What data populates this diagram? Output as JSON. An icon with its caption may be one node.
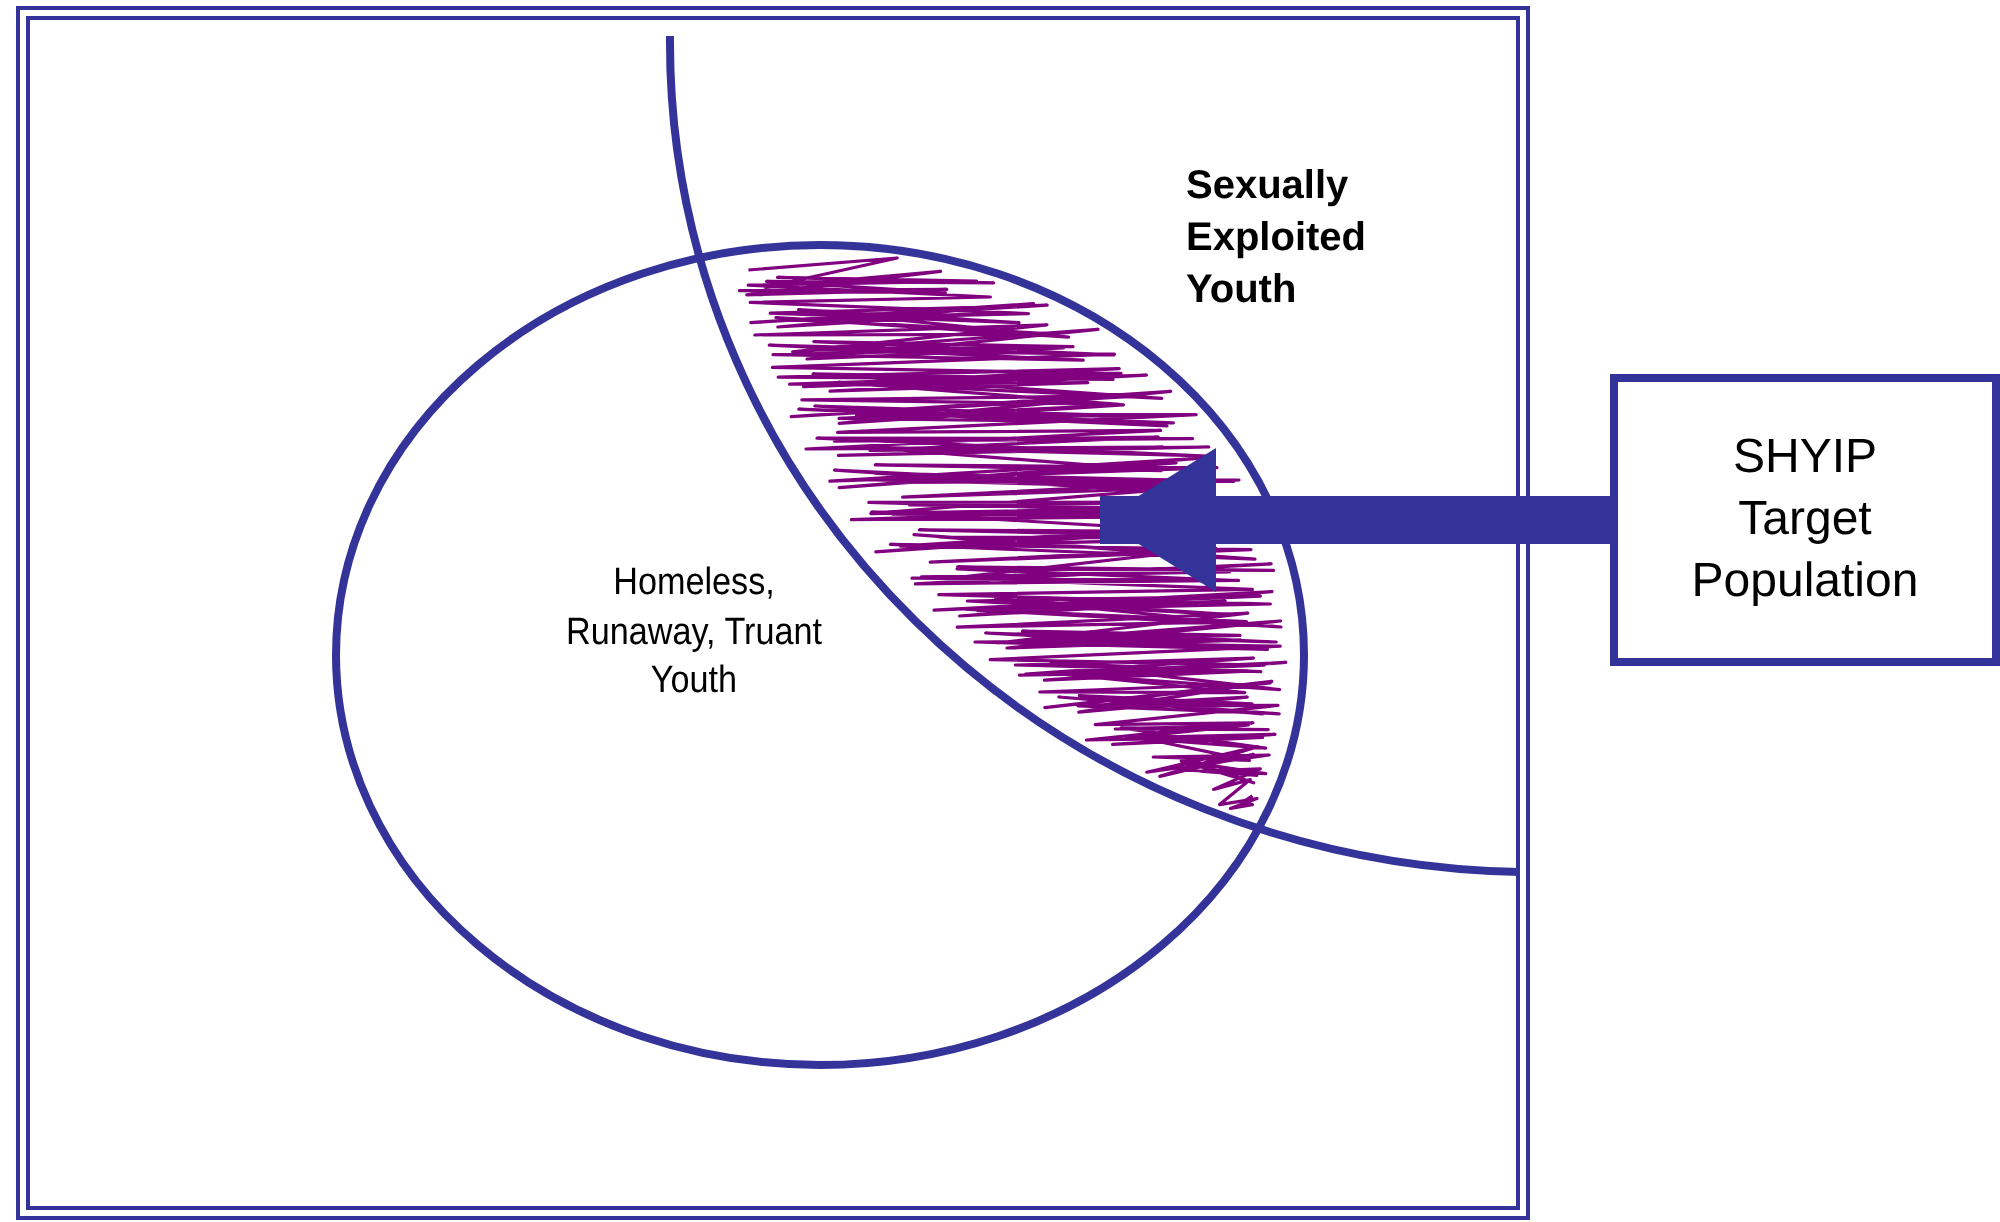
{
  "diagram": {
    "nodes": [
      {
        "text": [],
        "shape": "box"
      },
      {
        "text": [
          "Homeless, Runaway, Truant Youth"
        ],
        "in": 0
      },
      {
        "text": [
          "Sexually Exploited Youth"
        ],
        "in": 0
      },
      {
        "text": [],
        "shape": "scribble",
        "in": 1
      },
      {
        "text": [
          "SHYIP Target Population"
        ]
      }
    ],
    "edges": [
      {
        "from": 4,
        "to": 3,
        "arrow": "to"
      }
    ]
  }
}
